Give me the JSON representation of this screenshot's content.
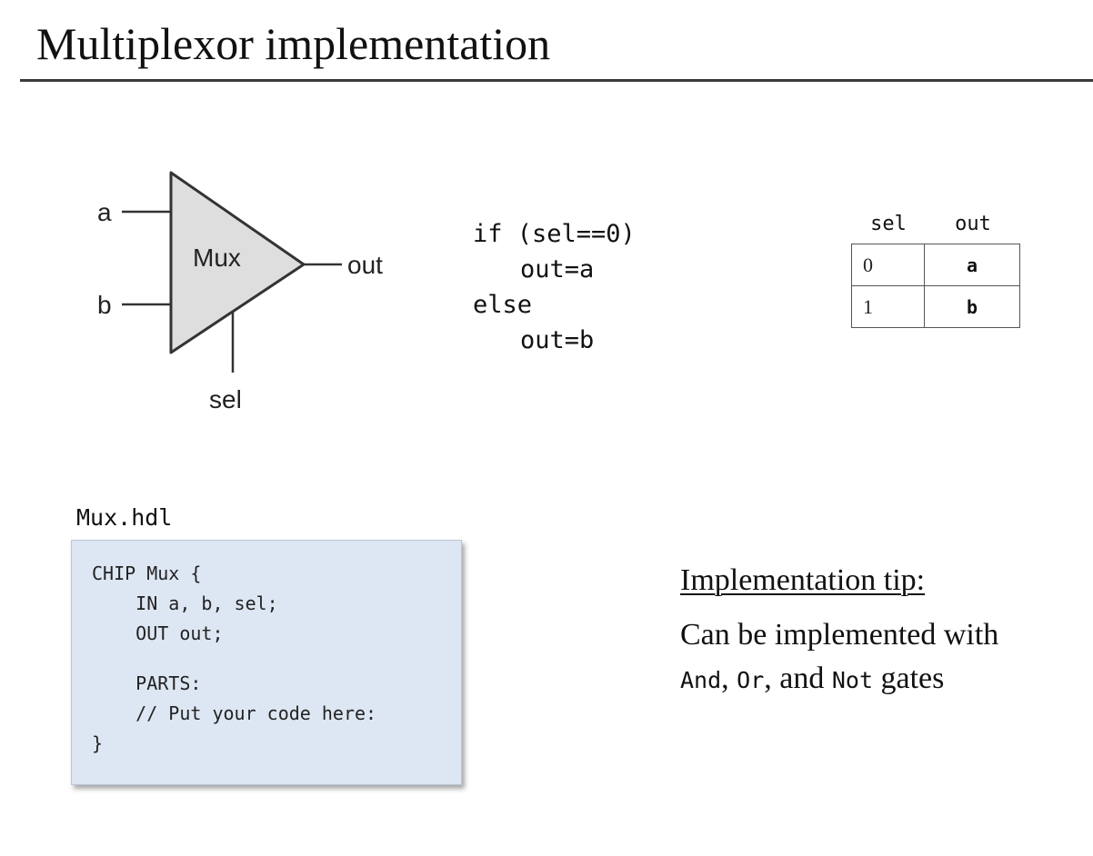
{
  "slide": {
    "title": "Multiplexor implementation"
  },
  "diagram": {
    "gate_label": "Mux",
    "input_a": "a",
    "input_b": "b",
    "output": "out",
    "select": "sel"
  },
  "pseudocode": {
    "lines": [
      "if (sel==0)",
      "out=a",
      "else",
      "out=b"
    ]
  },
  "truth_table": {
    "headers": [
      "sel",
      "out"
    ],
    "rows": [
      {
        "sel": "0",
        "out": "a"
      },
      {
        "sel": "1",
        "out": "b"
      }
    ]
  },
  "hdl_file": {
    "filename": "Mux.hdl",
    "lines": [
      "CHIP Mux {",
      "    IN a, b, sel;",
      "    OUT out;",
      "",
      "    PARTS:",
      "    // Put your code here:",
      "}"
    ]
  },
  "tip": {
    "title": "Implementation tip:",
    "line1": "Can be implemented with",
    "gate1": "And",
    "sep1": ", ",
    "gate2": "Or",
    "sep2": ", and ",
    "gate3": "Not",
    "suffix": " gates"
  }
}
